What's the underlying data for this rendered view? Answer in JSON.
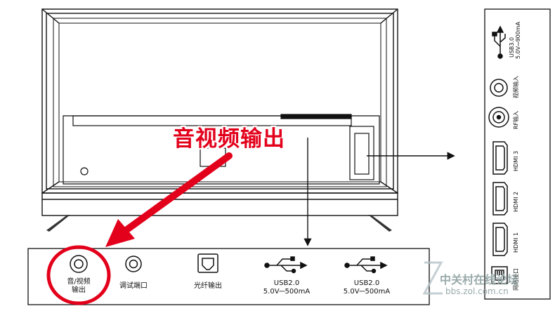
{
  "annotation": {
    "title": "音视频输出"
  },
  "bottom_panel": {
    "ports": [
      {
        "icon": "av-jack-icon",
        "label": "音/视频\n输出"
      },
      {
        "icon": "service-jack-icon",
        "label": "调试端口"
      },
      {
        "icon": "optical-port-icon",
        "label": "光纤输出"
      },
      {
        "icon": "usb-icon",
        "label": "USB2.0\n5.0V⎓500mA"
      },
      {
        "icon": "usb-icon",
        "label": "USB2.0\n5.0V⎓500mA"
      }
    ]
  },
  "side_panel": {
    "ports": [
      {
        "icon": "usb-icon",
        "label": "USB3.0",
        "sublabel": "5.0V⎓900mA"
      },
      {
        "icon": "video-in-jack-icon",
        "label": "视频输入"
      },
      {
        "icon": "rf-jack-icon",
        "label": "RF输入"
      },
      {
        "icon": "hdmi-icon",
        "label": "HDMI 3"
      },
      {
        "icon": "hdmi-icon",
        "label": "HDMI 2"
      },
      {
        "icon": "hdmi-icon",
        "label": "HDMI 1"
      },
      {
        "icon": "ethernet-icon",
        "label": "网络接口"
      }
    ]
  },
  "watermark": {
    "line1": "中关村在线论坛",
    "line2": "bbs.zol.com.cn"
  },
  "colors": {
    "accent": "#e3001b",
    "line": "#111111",
    "panel_border": "#222222"
  }
}
